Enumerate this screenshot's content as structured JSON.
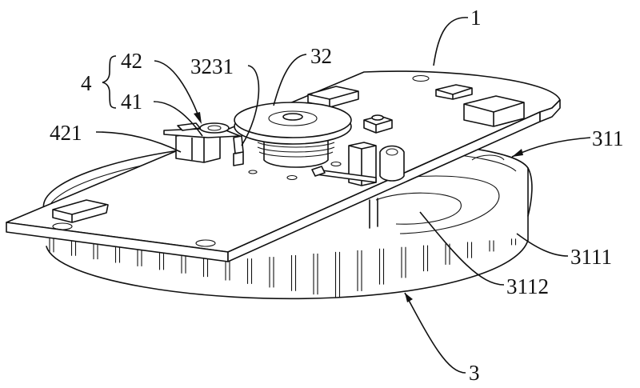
{
  "figure": {
    "type": "patent-drawing",
    "view": "perspective",
    "line_color": "#111111",
    "background": "#ffffff"
  },
  "labels": {
    "l1": "1",
    "l311": "311",
    "l3111": "3111",
    "l3112": "3112",
    "l3": "3",
    "l32": "32",
    "l3231": "3231",
    "l4": "4",
    "l42": "42",
    "l41": "41",
    "l421": "421"
  }
}
